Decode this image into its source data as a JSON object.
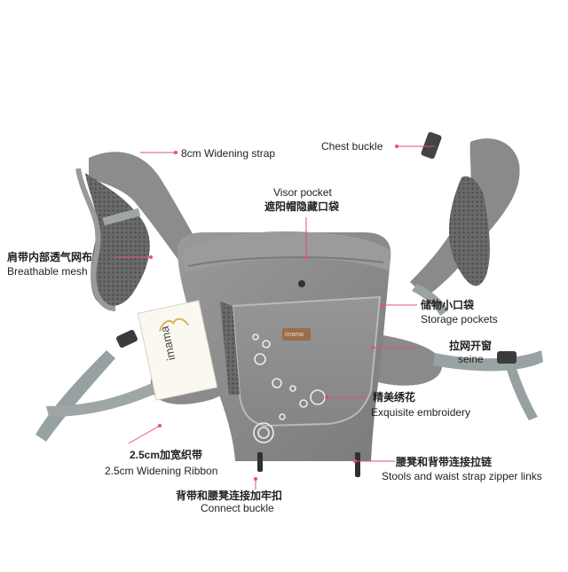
{
  "image": {
    "tag": "imama",
    "logo": "imama"
  },
  "callouts": {
    "widening_strap": "8cm Widening strap",
    "chest_buckle": "Chest buckle",
    "visor_pocket_en": "Visor pocket",
    "visor_pocket_cn": "遮阳帽隐藏口袋",
    "breathable_cn": "肩带内部透气网布",
    "breathable_en": "Breathable mesh",
    "storage_cn": "储物小口袋",
    "storage_en": "Storage pockets",
    "seine_cn": "拉网开窗",
    "seine_en": "seine",
    "embroidery_cn": "精美绣花",
    "embroidery_en": "Exquisite embroidery",
    "ribbon_cn": "2.5cm加宽织带",
    "ribbon_en": "2.5cm Widening Ribbon",
    "zipper_cn": "腰凳和背带连接拉链",
    "zipper_en": "Stools and waist strap zipper links",
    "connect_cn": "背带和腰凳连接加牢扣",
    "connect_en": "Connect buckle"
  },
  "colors": {
    "fabric": "#8e8e8e",
    "fabric_dark": "#6f6f6f",
    "mesh": "#5e5e5e",
    "strap": "#9aa3a3",
    "leader": "#e24a8c"
  }
}
